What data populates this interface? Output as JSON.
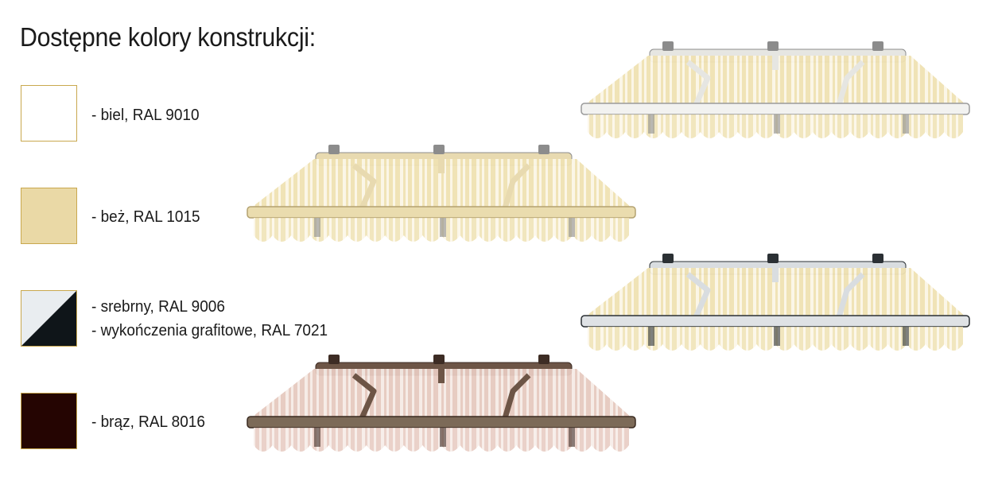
{
  "title": "Dostępne kolory konstrukcji:",
  "colors": [
    {
      "label": "- biel, RAL 9010",
      "swatch": "#ffffff"
    },
    {
      "label": "- beż, RAL 1015",
      "swatch": "#ead9a6"
    },
    {
      "label_1": "- srebrny, RAL 9006",
      "label_2": "- wykończenia grafitowe, RAL 7021",
      "swatch_a": "#e9edf0",
      "swatch_b": "#0f1519"
    },
    {
      "label": "- brąz, RAL 8016",
      "swatch": "#250502"
    }
  ],
  "awnings": [
    {
      "frame": "#f2f2f0",
      "frame_edge": "#9a9a9a",
      "stripe_a": "#efe1b2",
      "stripe_b": "#fbf6e6",
      "arm": "#e6e6e2",
      "bracket": "#8c8c8c"
    },
    {
      "frame": "#eadcae",
      "frame_edge": "#b3a270",
      "stripe_a": "#efe1b2",
      "stripe_b": "#fbf6e6",
      "arm": "#e8dab0",
      "bracket": "#8c8c8c"
    },
    {
      "frame": "#dfe2e5",
      "frame_edge": "#2a2f33",
      "stripe_a": "#efe1b2",
      "stripe_b": "#fbf6e6",
      "arm": "#d9dde0",
      "bracket": "#2b3034"
    },
    {
      "frame": "#7c6a58",
      "frame_edge": "#3a2a20",
      "stripe_a": "#e6c9bf",
      "stripe_b": "#f6ebe6",
      "arm": "#6d5546",
      "bracket": "#3d2c24"
    }
  ]
}
